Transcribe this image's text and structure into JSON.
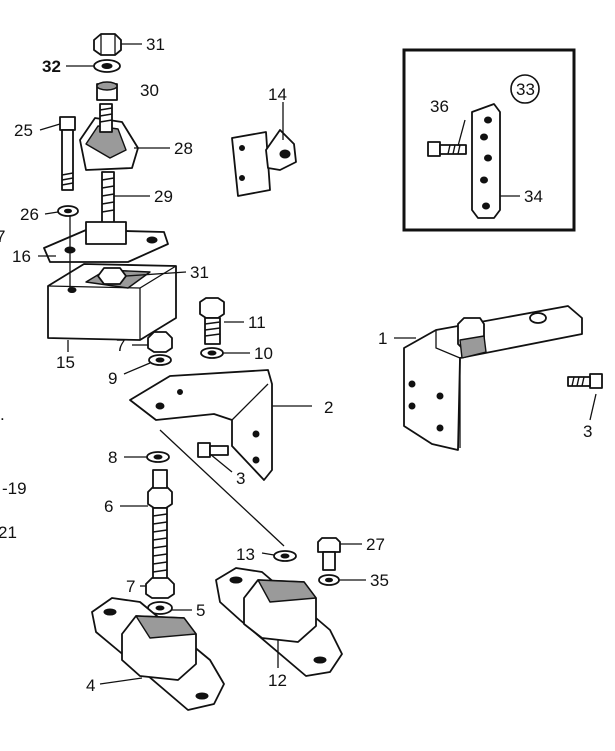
{
  "callouts": [
    {
      "id": "c1",
      "text": "1"
    },
    {
      "id": "c2",
      "text": "2"
    },
    {
      "id": "c3a",
      "text": "3"
    },
    {
      "id": "c3b",
      "text": "3"
    },
    {
      "id": "c4",
      "text": "4"
    },
    {
      "id": "c5",
      "text": "5"
    },
    {
      "id": "c6",
      "text": "6"
    },
    {
      "id": "c7a",
      "text": "7"
    },
    {
      "id": "c7b",
      "text": "7"
    },
    {
      "id": "c8",
      "text": "8"
    },
    {
      "id": "c9",
      "text": "9"
    },
    {
      "id": "c10",
      "text": "10"
    },
    {
      "id": "c11",
      "text": "11"
    },
    {
      "id": "c12",
      "text": "12"
    },
    {
      "id": "c13",
      "text": "13"
    },
    {
      "id": "c14",
      "text": "14"
    },
    {
      "id": "c15",
      "text": "15"
    },
    {
      "id": "c16",
      "text": "16"
    },
    {
      "id": "c25",
      "text": "25"
    },
    {
      "id": "c26",
      "text": "26"
    },
    {
      "id": "c27",
      "text": "27"
    },
    {
      "id": "c28",
      "text": "28"
    },
    {
      "id": "c29",
      "text": "29"
    },
    {
      "id": "c30",
      "text": "30"
    },
    {
      "id": "c31a",
      "text": "31"
    },
    {
      "id": "c31b",
      "text": "31"
    },
    {
      "id": "c32",
      "text": "32"
    },
    {
      "id": "c33",
      "text": "33"
    },
    {
      "id": "c34",
      "text": "34"
    },
    {
      "id": "c35",
      "text": "35"
    },
    {
      "id": "c36",
      "text": "36"
    }
  ],
  "edge_fragments": {
    "left_7": "7",
    "left_19": "-19",
    "left_21": "21"
  }
}
